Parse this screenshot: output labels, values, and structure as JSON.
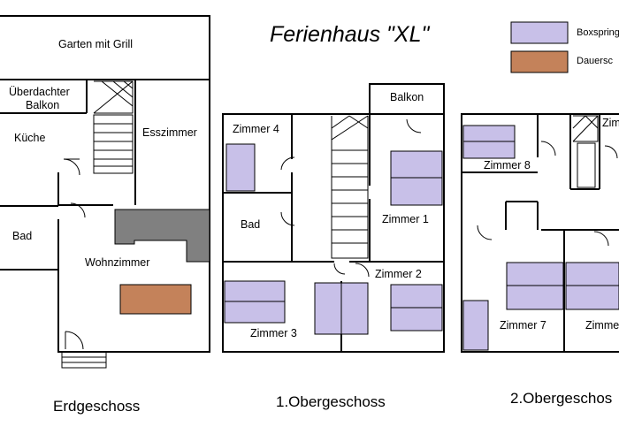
{
  "title": "Ferienhaus \"XL\"",
  "legend": [
    {
      "label": "Boxspring",
      "color": "#c8c0e8"
    },
    {
      "label": "Dauersc",
      "color": "#c4825a"
    }
  ],
  "colors": {
    "bed": "#c8c0e8",
    "sofa": "#c4825a",
    "chimney": "#808080",
    "wall": "#000000"
  },
  "floors": [
    {
      "name": "Erdgeschoss",
      "rooms": [
        "Garten mit Grill",
        "Überdachter",
        "Balkon",
        "Küche",
        "Esszimmer",
        "Bad",
        "Wohnzimmer"
      ]
    },
    {
      "name": "1.Obergeschoss",
      "rooms": [
        "Balkon",
        "Zimmer 4",
        "Bad",
        "Zimmer 1",
        "Zimmer 2",
        "Zimmer 3"
      ]
    },
    {
      "name": "2.Obergeschos",
      "rooms": [
        "Zim",
        "Zimmer 8",
        "Zimmer 7",
        "Zimme"
      ]
    }
  ]
}
